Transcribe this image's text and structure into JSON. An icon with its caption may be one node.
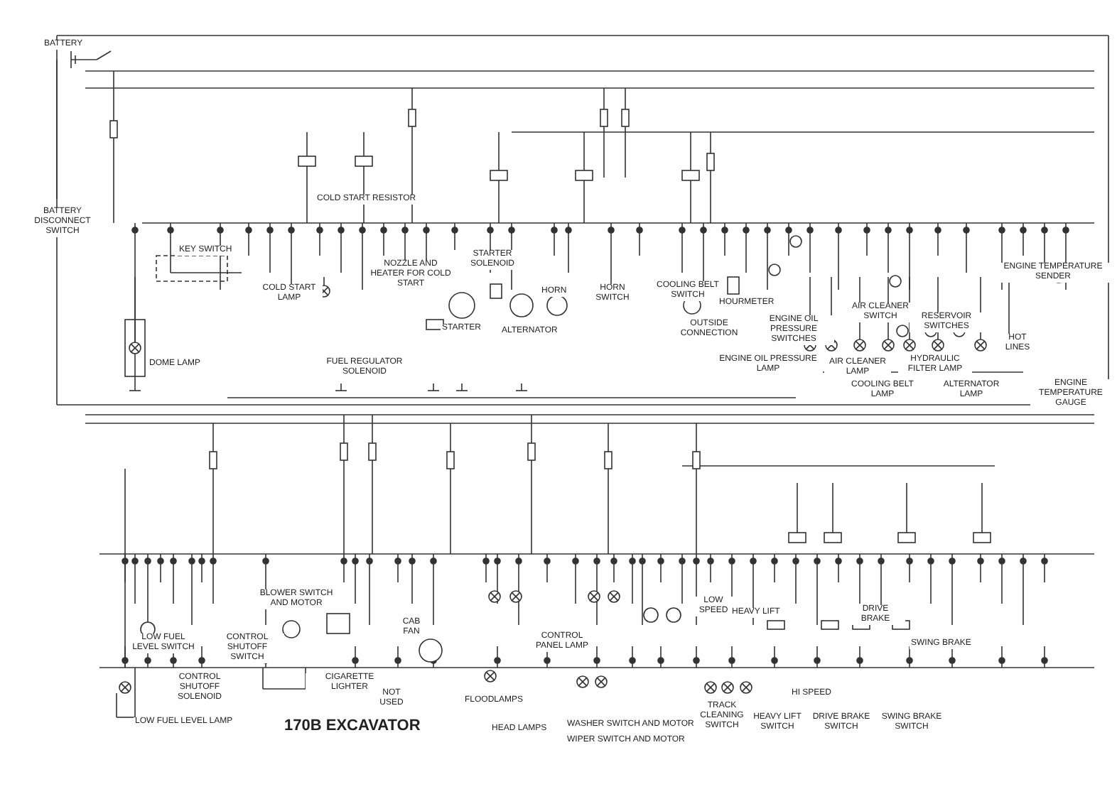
{
  "diagram": {
    "title": "170B EXCAVATOR",
    "labels": [
      "BATTERY",
      "BATTERY DISCONNECT SWITCH",
      "COLD START RESISTOR",
      "KEY SWITCH",
      "COLD START LAMP",
      "NOZZLE AND HEATER FOR COLD START",
      "STARTER SOLENOID",
      "STARTER",
      "FUEL REGULATOR SOLENOID",
      "DOME LAMP",
      "ALTERNATOR",
      "HORN",
      "HORN SWITCH",
      "COOLING BELT SWITCH",
      "OUTSIDE CONNECTION",
      "HOURMETER",
      "ENGINE OIL PRESSURE SWITCHES",
      "AIR CLEANER SWITCH",
      "RESERVOIR SWITCHES",
      "ENGINE TEMPERATURE SENDER",
      "ENGINE OIL PRESSURE LAMP",
      "AIR CLEANER LAMP",
      "HYDRAULIC FILTER LAMP",
      "COOLING BELT LAMP",
      "ALTERNATOR LAMP",
      "HOT LINES",
      "ENGINE TEMPERATURE GAUGE",
      "BLOWER SWITCH AND MOTOR",
      "LOW FUEL LEVEL SWITCH",
      "CONTROL SHUTOFF SWITCH",
      "CONTROL SHUTOFF SOLENOID",
      "CIGARETTE LIGHTER",
      "CAB FAN",
      "CONTROL PANEL LAMP",
      "LOW SPEED",
      "HEAVY LIFT",
      "DRIVE BRAKE",
      "SWING BRAKE",
      "LOW FUEL LEVEL LAMP",
      "NOT USED",
      "FLOODLAMPS",
      "TRACK CLEANING SWITCH",
      "HI SPEED",
      "HEAD LAMPS",
      "WASHER SWITCH AND MOTOR",
      "WIPER SWITCH AND MOTOR",
      "HEAVY LIFT SWITCH",
      "DRIVE BRAKE SWITCH",
      "SWING BRAKE SWITCH"
    ]
  }
}
